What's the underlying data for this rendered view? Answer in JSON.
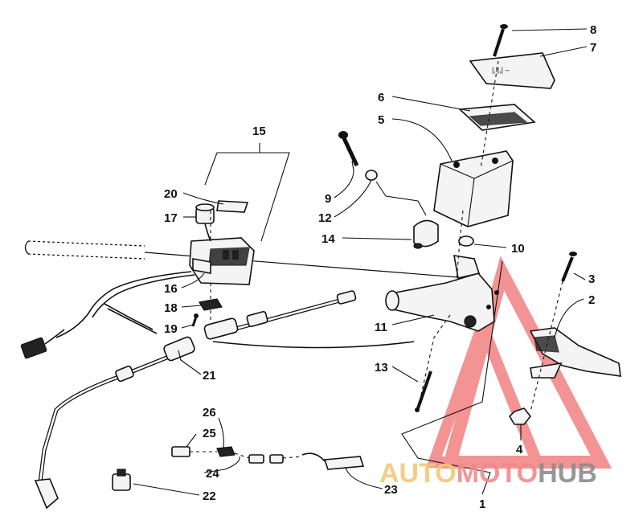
{
  "callouts": [
    {
      "id": "1",
      "label": "1"
    },
    {
      "id": "2",
      "label": "2"
    },
    {
      "id": "3",
      "label": "3"
    },
    {
      "id": "4",
      "label": "4"
    },
    {
      "id": "5",
      "label": "5"
    },
    {
      "id": "6",
      "label": "6"
    },
    {
      "id": "7",
      "label": "7"
    },
    {
      "id": "8",
      "label": "8"
    },
    {
      "id": "9",
      "label": "9"
    },
    {
      "id": "10",
      "label": "10"
    },
    {
      "id": "11",
      "label": "11"
    },
    {
      "id": "12",
      "label": "12"
    },
    {
      "id": "13",
      "label": "13"
    },
    {
      "id": "14",
      "label": "14"
    },
    {
      "id": "15",
      "label": "15"
    },
    {
      "id": "16",
      "label": "16"
    },
    {
      "id": "17",
      "label": "17"
    },
    {
      "id": "18",
      "label": "18"
    },
    {
      "id": "19",
      "label": "19"
    },
    {
      "id": "20",
      "label": "20"
    },
    {
      "id": "21",
      "label": "21"
    },
    {
      "id": "22",
      "label": "22"
    },
    {
      "id": "23",
      "label": "23"
    },
    {
      "id": "24",
      "label": "24"
    },
    {
      "id": "25",
      "label": "25"
    },
    {
      "id": "26",
      "label": "26"
    }
  ],
  "watermark": {
    "part1": "AUTO",
    "part2": "MOTO",
    "part3": "HUB",
    "color_auto": "#f5c77a",
    "color_moto": "#f08a8a",
    "color_hub": "#8c8c8c",
    "triangle_color": "#f07070"
  }
}
